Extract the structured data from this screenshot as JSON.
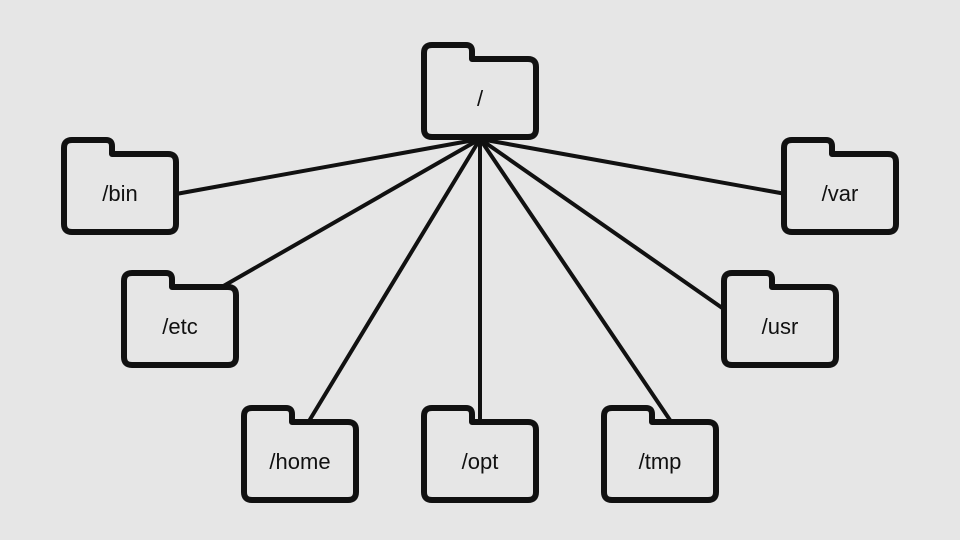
{
  "colors": {
    "background": "#e6e6e6",
    "stroke": "#111111",
    "folder_fill": "#e6e6e6",
    "text": "#111111"
  },
  "icons": {
    "folder": "folder-icon"
  },
  "root": {
    "label": "/"
  },
  "folders": [
    {
      "id": "bin",
      "label": "/bin"
    },
    {
      "id": "etc",
      "label": "/etc"
    },
    {
      "id": "home",
      "label": "/home"
    },
    {
      "id": "opt",
      "label": "/opt"
    },
    {
      "id": "tmp",
      "label": "/tmp"
    },
    {
      "id": "usr",
      "label": "/usr"
    },
    {
      "id": "var",
      "label": "/var"
    }
  ]
}
